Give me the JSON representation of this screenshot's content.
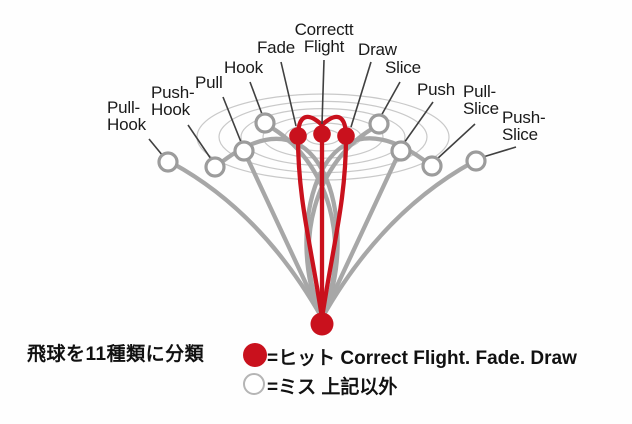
{
  "diagram": {
    "title_meaning": "Golf ball flight classification diagram",
    "labels": {
      "pull_hook": "Pull-\nHook",
      "push_hook": "Push-\nHook",
      "pull": "Pull",
      "hook": "Hook",
      "fade": "Fade",
      "correct_flight": "Correctt\nFlight",
      "draw": "Draw",
      "slice": "Slice",
      "push": "Push",
      "pull_slice": "Pull-\nSlice",
      "push_slice": "Push-\nSlice"
    },
    "colors": {
      "hit_red": "#c9111d",
      "trajectory_gray": "#a7a7a7",
      "target_rings_gray": "#c9c9c9",
      "ball_outline_gray": "#9c9c9c",
      "leader_line": "#404040",
      "label_text": "#1a1a1a"
    }
  },
  "legend": {
    "title": "飛球を11種類に分類",
    "hit_symbol": "red-filled-circle",
    "hit_label": "=ヒット Correct Flight. Fade. Draw",
    "miss_symbol": "white-outlined-circle",
    "miss_label": "=ミス 上記以外"
  }
}
